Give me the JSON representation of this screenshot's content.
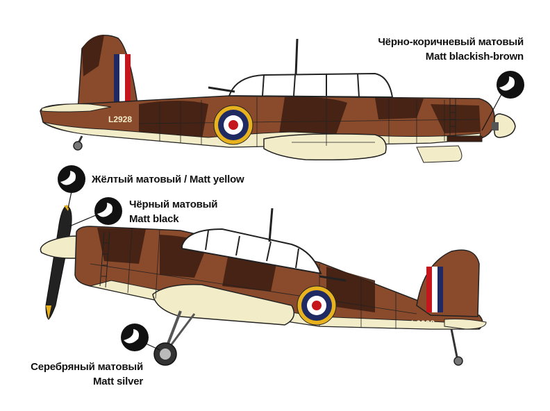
{
  "callouts": {
    "top_camouflage": {
      "line1": "Чёрно-коричневый матовый",
      "line2": "Matt blackish-brown"
    },
    "yellow": {
      "line1": "Жёлтый матовый / Matt yellow"
    },
    "black": {
      "line1": "Чёрный матовый",
      "line2": "Matt black"
    },
    "silver": {
      "line1": "Серебряный матовый",
      "line2": "Matt silver"
    }
  },
  "aircraft": {
    "top": {
      "serial": "L2928"
    },
    "bottom": {
      "serial": "L2928"
    }
  },
  "colors": {
    "brown": "#8a4a2c",
    "dark_brown": "#3e1f12",
    "sand": "#f2ecc8",
    "roundel_yellow": "#e8b21f",
    "roundel_blue": "#1f2a63",
    "roundel_red": "#c4161c",
    "fin_red": "#c4161c",
    "fin_blue": "#1f2a63"
  }
}
